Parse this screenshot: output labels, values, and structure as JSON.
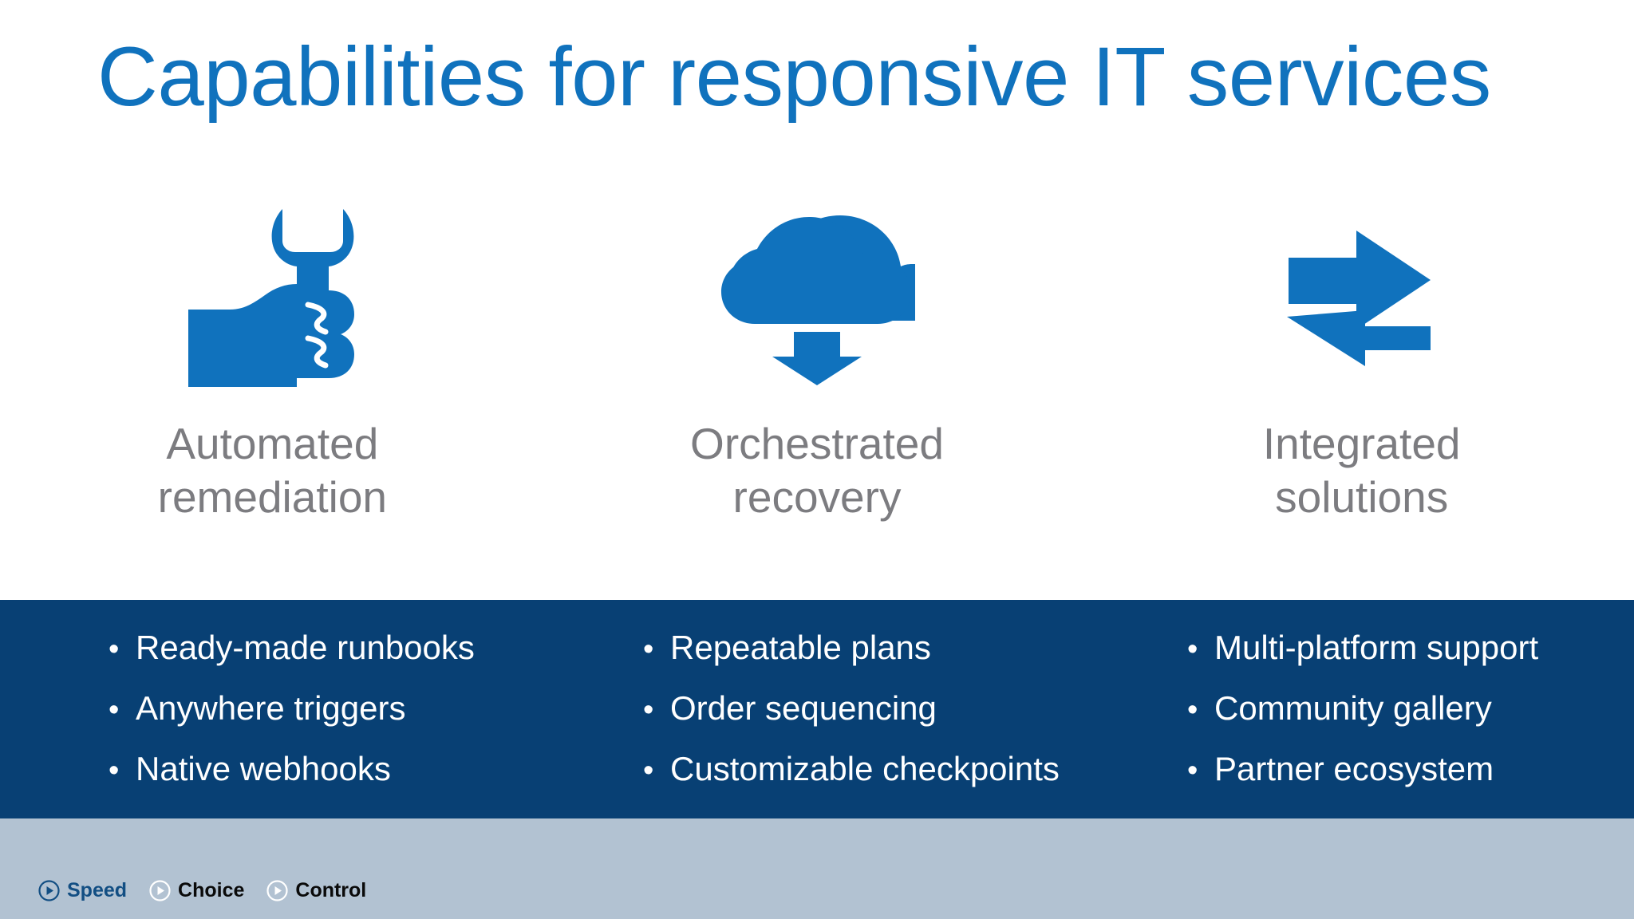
{
  "slide": {
    "title": "Capabilities for responsive IT services",
    "colors": {
      "title_blue": "#1072BD",
      "icon_blue": "#1072BD",
      "caption_grey": "#7C7C80",
      "band_navy": "#084074",
      "footer_bg": "#B2C2D2",
      "footer_active": "#124E83",
      "footer_inactive": "#0A0A0A",
      "background": "#FFFFFF"
    }
  },
  "columns": [
    {
      "icon": "hand-holding-wrench-icon",
      "caption_line1": "Automated",
      "caption_line2": "remediation",
      "bullets": [
        "Ready-made runbooks",
        "Anywhere triggers",
        "Native webhooks"
      ]
    },
    {
      "icon": "cloud-download-icon",
      "caption_line1": "Orchestrated",
      "caption_line2": "recovery",
      "bullets": [
        "Repeatable plans",
        "Order sequencing",
        "Customizable checkpoints"
      ]
    },
    {
      "icon": "bidirectional-arrows-icon",
      "caption_line1": "Integrated",
      "caption_line2": "solutions",
      "bullets": [
        "Multi-platform support",
        "Community gallery",
        "Partner ecosystem"
      ]
    }
  ],
  "bullet_marker": "•",
  "footer": {
    "items": [
      {
        "label": "Speed",
        "icon": "play-circle-icon",
        "active": true
      },
      {
        "label": "Choice",
        "icon": "play-circle-icon",
        "active": false
      },
      {
        "label": "Control",
        "icon": "play-circle-icon",
        "active": false
      }
    ]
  }
}
